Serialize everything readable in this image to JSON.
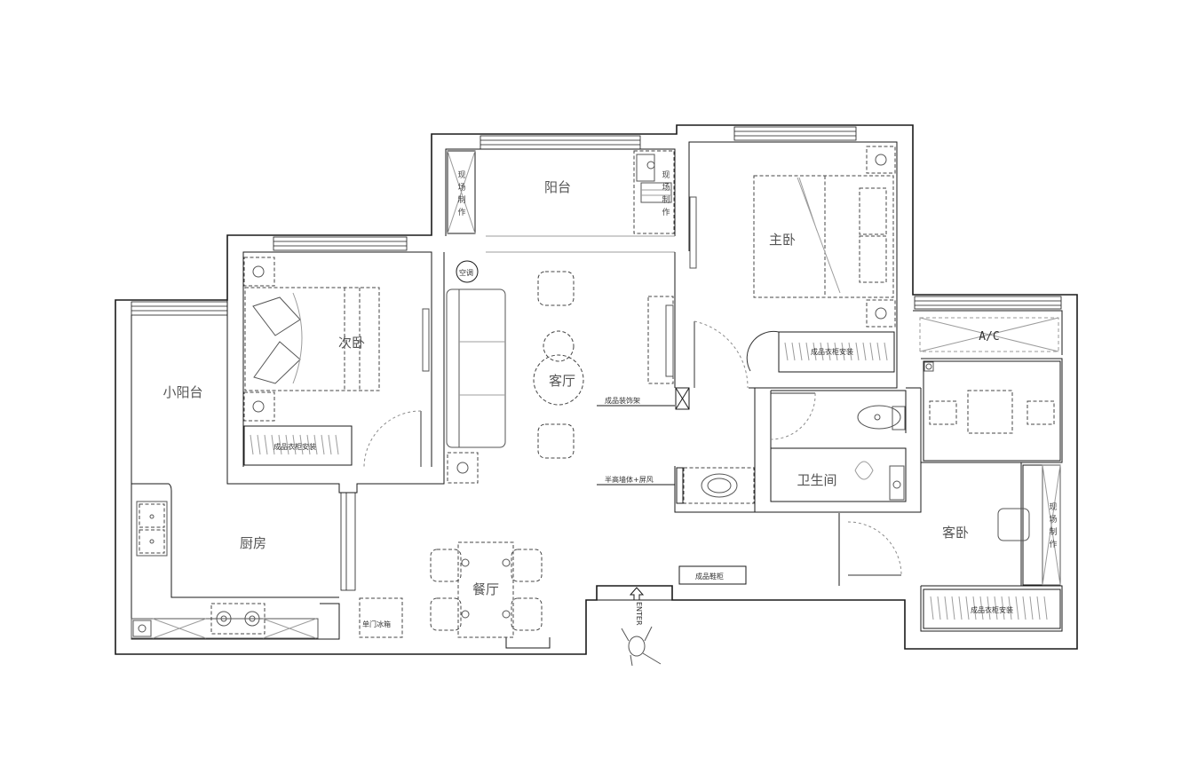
{
  "rooms": {
    "balcony": "阳台",
    "master_bedroom": "主卧",
    "second_bedroom": "次卧",
    "living_room": "客厅",
    "small_balcony": "小阳台",
    "kitchen": "厨房",
    "dining_room": "餐厅",
    "bathroom": "卫生间",
    "guest_bedroom": "客卧"
  },
  "labels": {
    "air_conditioner": "空调",
    "finished_shelf": "成品装饰架",
    "half_height_partition": "半高墙体+屏风",
    "shoe_cabinet": "成品鞋柜",
    "single_door_fridge": "单门冰箱",
    "ac_unit": "A/C",
    "entry": "ENTER",
    "wardrobe_master": "成品衣柜安装",
    "wardrobe_second": "成品衣柜安装",
    "wardrobe_guest": "成品衣柜安装",
    "balcony_cabinet_left": [
      "现",
      "场",
      "制",
      "作"
    ],
    "balcony_cabinet_right": [
      "现",
      "场",
      "制",
      "作"
    ],
    "guest_cabinet": [
      "现",
      "场",
      "制",
      "作"
    ]
  }
}
